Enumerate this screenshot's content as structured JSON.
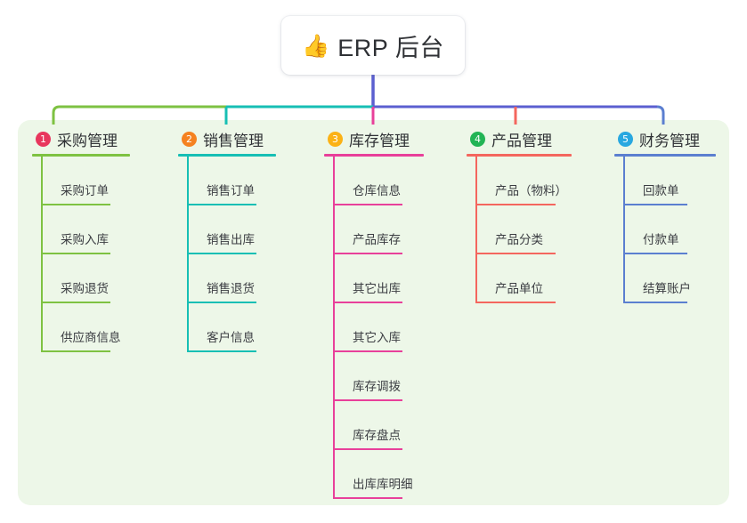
{
  "diagram": {
    "type": "mind-map",
    "background_color": "#ffffff",
    "panel_color": "#edf7e8",
    "root": {
      "emoji": "👍",
      "emoji_name": "thumbs-up-emoji",
      "title": "ERP 后台",
      "stem_color": "#5b5fd0"
    },
    "branches": [
      {
        "index": "1",
        "title": "采购管理",
        "badge_color": "#e8365d",
        "line_color": "#7ec242",
        "bus_color": "#7ec242",
        "leaves": [
          "采购订单",
          "采购入库",
          "采购退货",
          "供应商信息"
        ]
      },
      {
        "index": "2",
        "title": "销售管理",
        "badge_color": "#f58220",
        "line_color": "#17bfb4",
        "bus_color": "#17bfb4",
        "leaves": [
          "销售订单",
          "销售出库",
          "销售退货",
          "客户信息"
        ]
      },
      {
        "index": "3",
        "title": "库存管理",
        "badge_color": "#fbb216",
        "line_color": "#e8409a",
        "bus_color": "#5b5fd0",
        "leaves": [
          "仓库信息",
          "产品库存",
          "其它出库",
          "其它入库",
          "库存调拨",
          "库存盘点",
          "出库库明细"
        ]
      },
      {
        "index": "4",
        "title": "产品管理",
        "badge_color": "#22b455",
        "line_color": "#f4665e",
        "bus_color": "#5b5fd0",
        "leaves": [
          "产品（物料）",
          "产品分类",
          "产品单位"
        ]
      },
      {
        "index": "5",
        "title": "财务管理",
        "badge_color": "#29a8e0",
        "line_color": "#5b7fd0",
        "bus_color": "#5b7fd0",
        "leaves": [
          "回款单",
          "付款单",
          "结算账户"
        ]
      }
    ]
  }
}
